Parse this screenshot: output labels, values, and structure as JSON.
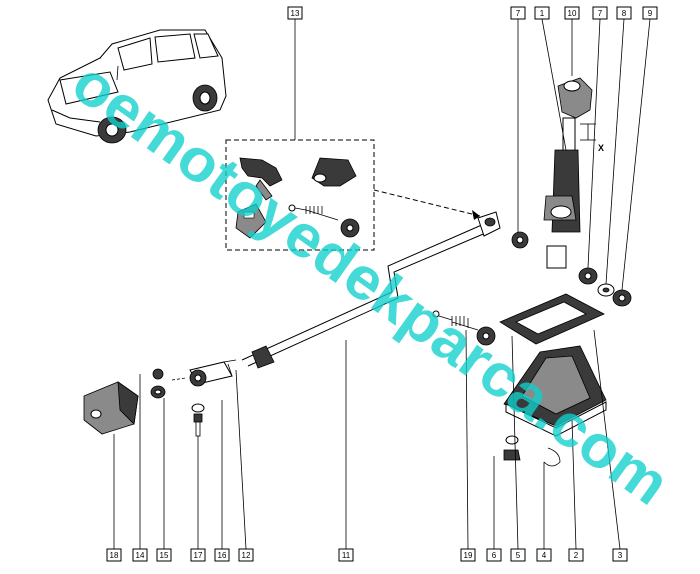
{
  "diagram": {
    "watermark_text": "oemotoyedekparca.com",
    "axis_label": "X",
    "callouts": [
      "1",
      "2",
      "3",
      "4",
      "5",
      "6",
      "7",
      "7",
      "8",
      "9",
      "10",
      "11",
      "12",
      "13",
      "14",
      "15",
      "16",
      "17",
      "18",
      "19"
    ],
    "colors": {
      "line": "#000000",
      "watermark": "#10d0cc",
      "background": "#ffffff"
    }
  }
}
